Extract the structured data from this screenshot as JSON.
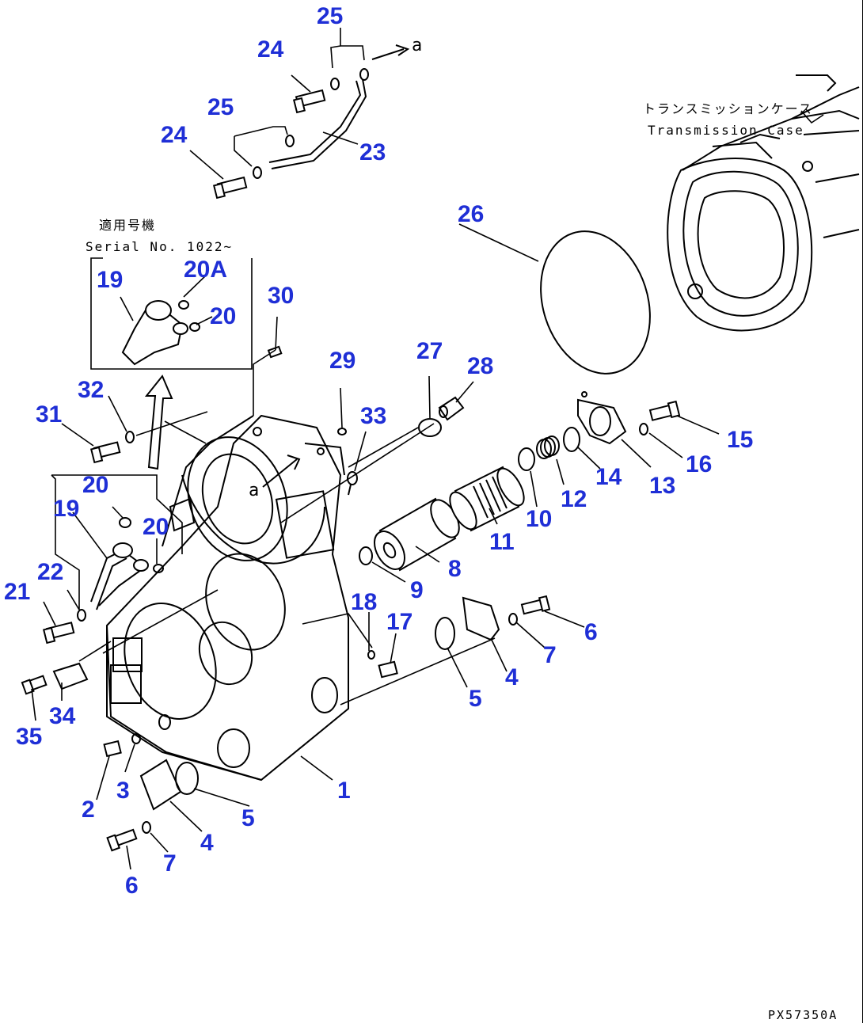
{
  "diagram": {
    "drawing_code": "PX57350A",
    "arrow_ref": "a",
    "note_transmission": {
      "japanese": "トランスミッションケース",
      "english": "Transmission Case"
    },
    "note_serial": {
      "japanese": "適用号機",
      "english": "Serial No. 1022~"
    }
  }
}
